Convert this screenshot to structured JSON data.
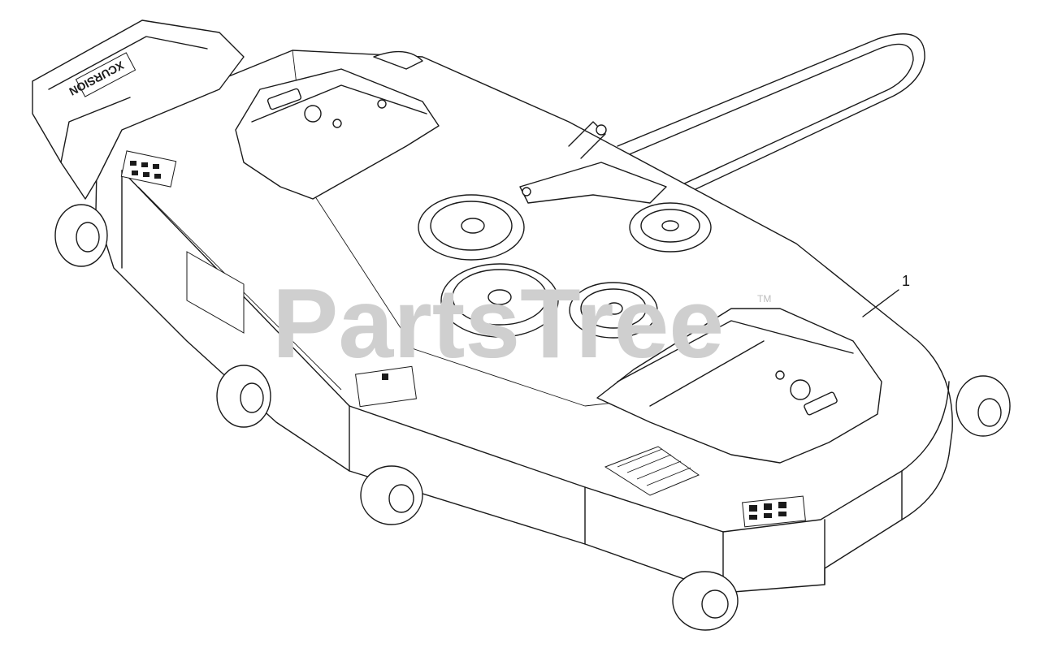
{
  "diagram": {
    "callouts": [
      {
        "number": "1"
      }
    ],
    "watermark": {
      "text": "PartsTree",
      "trademark": "TM"
    },
    "brand_plate_text": "XCURSION"
  }
}
